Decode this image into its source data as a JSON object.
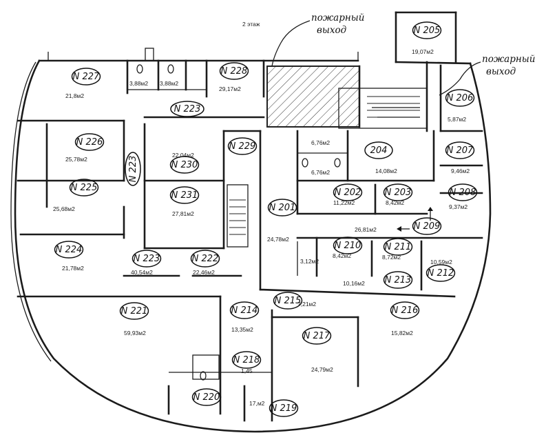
{
  "floor_label": "2 этаж",
  "fire_exit_labels": [
    {
      "line1": "пожарный",
      "line2": "выход"
    },
    {
      "line1": "пожарный",
      "line2": "выход"
    }
  ],
  "rooms": [
    {
      "id": "227",
      "label": "N 227",
      "area": "21,8м2"
    },
    {
      "id": "wc1",
      "label": "",
      "area": "3,88м2"
    },
    {
      "id": "wc2",
      "label": "",
      "area": "3,88м2"
    },
    {
      "id": "228",
      "label": "N 228",
      "area": "29,17м2"
    },
    {
      "id": "205",
      "label": "N 205",
      "area": "19,07м2"
    },
    {
      "id": "206",
      "label": "N 206",
      "area": "5,87м2"
    },
    {
      "id": "226",
      "label": "N 226",
      "area": "25,78м2"
    },
    {
      "id": "230",
      "label": "N 230",
      "area": "22,04м2"
    },
    {
      "id": "229",
      "label": "N 229",
      "area": ""
    },
    {
      "id": "204",
      "label": "204",
      "area": "14,08м2"
    },
    {
      "id": "207",
      "label": "N 207",
      "area": "9,46м2"
    },
    {
      "id": "s1",
      "label": "",
      "area": "6,76м2"
    },
    {
      "id": "s2",
      "label": "",
      "area": "6,76м2"
    },
    {
      "id": "225",
      "label": "N 225",
      "area": "25,68м2"
    },
    {
      "id": "231",
      "label": "N 231",
      "area": "27,81м2"
    },
    {
      "id": "201",
      "label": "N 201",
      "area": "24,78м2"
    },
    {
      "id": "202",
      "label": "N 202",
      "area": "11,22м2"
    },
    {
      "id": "203",
      "label": "N 203",
      "area": "8,42м2"
    },
    {
      "id": "208",
      "label": "N 208",
      "area": "9,37м2"
    },
    {
      "id": "209",
      "label": "N 209",
      "area": "26,81м2"
    },
    {
      "id": "224",
      "label": "N 224",
      "area": "21,78м2"
    },
    {
      "id": "223",
      "label": "N 223",
      "area": "40,54м2"
    },
    {
      "id": "222",
      "label": "N 222",
      "area": "22,46м2"
    },
    {
      "id": "s3",
      "label": "",
      "area": "3,12м2"
    },
    {
      "id": "210",
      "label": "N 210",
      "area": "8,42м2"
    },
    {
      "id": "211",
      "label": "N 211",
      "area": "8,72м2"
    },
    {
      "id": "212",
      "label": "N 212",
      "area": "10,59м2"
    },
    {
      "id": "213",
      "label": "N 213",
      "area": "10,16м2"
    },
    {
      "id": "221",
      "label": "N 221",
      "area": "59,93м2"
    },
    {
      "id": "214",
      "label": "N 214",
      "area": "13,35м2"
    },
    {
      "id": "215",
      "label": "N 215",
      "area": "7,21м2"
    },
    {
      "id": "216",
      "label": "N 216",
      "area": "15,82м2"
    },
    {
      "id": "217",
      "label": "N 217",
      "area": "24,79м2"
    },
    {
      "id": "218",
      "label": "N 218",
      "area": "1,45"
    },
    {
      "id": "220",
      "label": "N 220",
      "area": ""
    },
    {
      "id": "219",
      "label": "N 219",
      "area": "17,м2"
    }
  ],
  "corridor_labels": [
    {
      "id": "223a",
      "label": "N 223"
    },
    {
      "id": "223b",
      "label": "N 223"
    }
  ]
}
